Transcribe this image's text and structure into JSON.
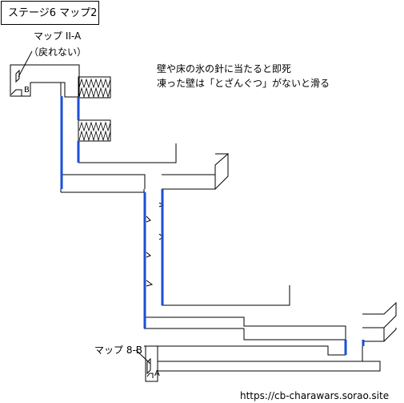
{
  "title": "ステージ6 マップ2",
  "labels": {
    "map_top": "マップ II-A",
    "no_return": "（戻れない）",
    "door_b": "B",
    "map_bottom": "マップ 8-B",
    "door_a": "A"
  },
  "notes": [
    "壁や床の氷の針に当たると即死",
    "凍った壁は「とざんぐつ」がないと滑る"
  ],
  "footer_url": "https://cb-charawars.sorao.site",
  "colors": {
    "wall": "#000000",
    "ice_wall": "#1a4fd6",
    "background": "#ffffff"
  }
}
